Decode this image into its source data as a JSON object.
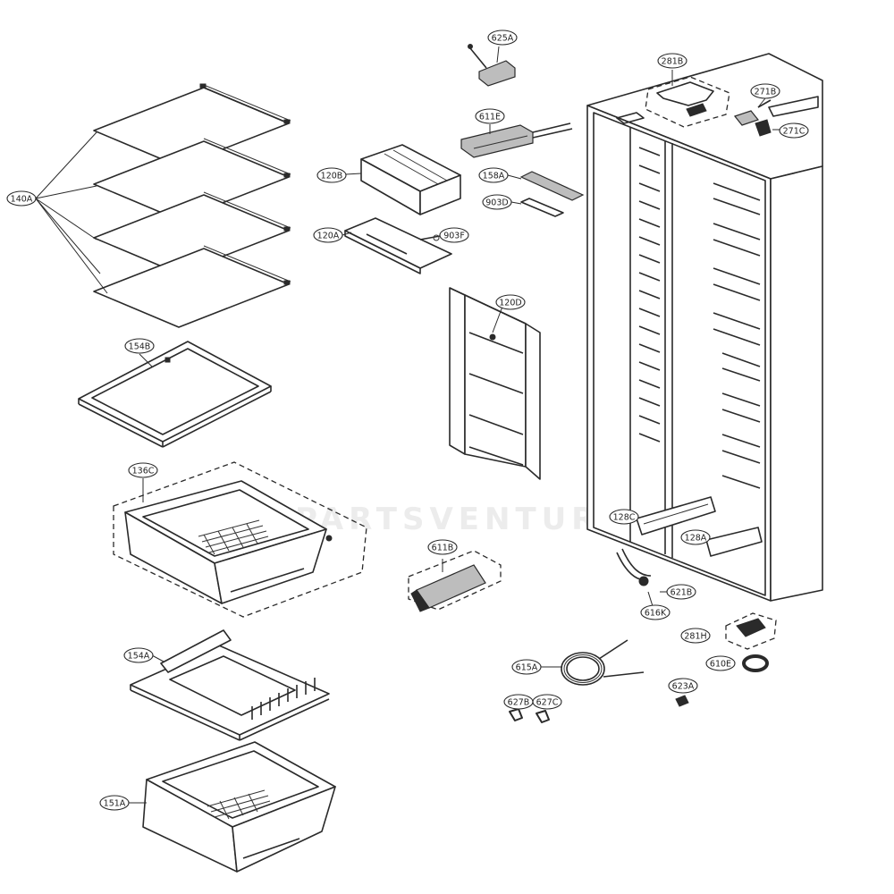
{
  "diagram": {
    "watermark": "PARTSVENTURE",
    "callouts": {
      "c140A": "140A",
      "c154B": "154B",
      "c136C": "136C",
      "c154A": "154A",
      "c151A": "151A",
      "c625A": "625A",
      "c611E": "611E",
      "c120B": "120B",
      "c120A": "120A",
      "c903F": "903F",
      "c158A": "158A",
      "c903D": "903D",
      "c120D": "120D",
      "c611B": "611B",
      "c281B": "281B",
      "c271B": "271B",
      "c271C": "271C",
      "c128C": "128C",
      "c128A": "128A",
      "c621B": "621B",
      "c616K": "616K",
      "c281H": "281H",
      "c610E": "610E",
      "c615A": "615A",
      "c623A": "623A",
      "c627B": "627B",
      "c627C": "627C"
    }
  }
}
